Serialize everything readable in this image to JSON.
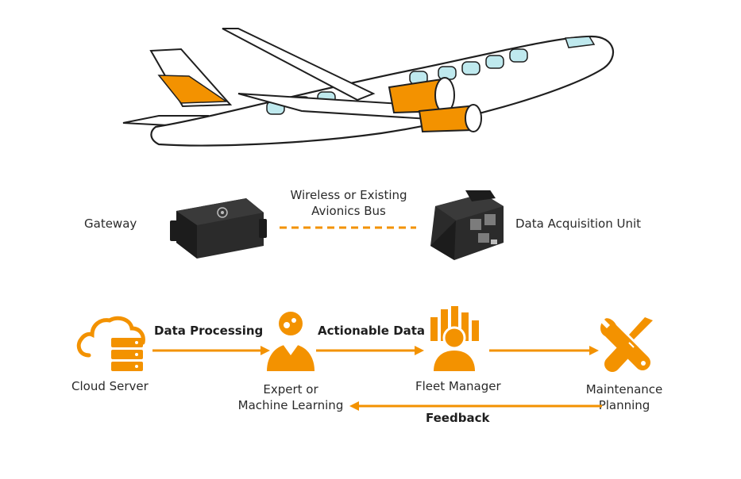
{
  "colors": {
    "accent": "#F39200",
    "outline": "#1f1f1f",
    "device": "#2b2b2b",
    "window": "#bfe9ee"
  },
  "hardware": {
    "gateway_label": "Gateway",
    "bus_label_line1": "Wireless or Existing",
    "bus_label_line2": "Avionics Bus",
    "dau_label": "Data Acquisition Unit"
  },
  "flow": {
    "cloud_label": "Cloud Server",
    "expert_line1": "Expert or",
    "expert_line2": "Machine Learning",
    "fleet_label": "Fleet Manager",
    "maint_line1": "Maintenance",
    "maint_line2": "Planning",
    "arrow_processing": "Data Processing",
    "arrow_actionable": "Actionable Data",
    "arrow_feedback": "Feedback"
  },
  "icons": {
    "airplane": "airplane-illustration",
    "gateway": "gateway-device-icon",
    "dau": "dau-device-icon",
    "cloud": "cloud-server-icon",
    "expert": "expert-gear-person-icon",
    "fleet": "fleet-manager-icon",
    "maint": "wrench-screwdriver-icon"
  }
}
